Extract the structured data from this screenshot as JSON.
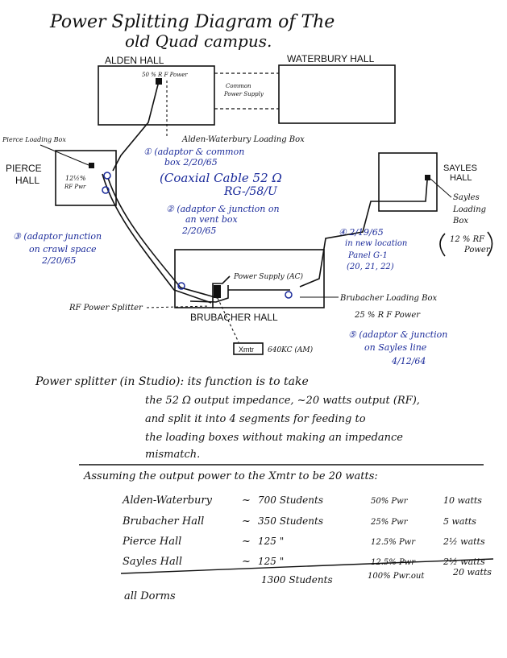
{
  "title_line1": "Power Splitting Diagram of The",
  "title_line2": "old Quad campus.",
  "buildings": {
    "alden": "ALDEN HALL",
    "waterbury": "WATERBURY HALL",
    "pierce_line1": "PIERCE",
    "pierce_line2": "HALL",
    "sayles_line1": "SAYLES",
    "sayles_line2": "HALL",
    "brubacher": "BRUBACHER  HALL"
  },
  "alden_power": "50 % R F Power",
  "common_power_supply_line1": "Common",
  "common_power_supply_line2": "Power Supply",
  "alden_waterbury_loading_box": "Alden-Waterbury Loading Box",
  "pierce_loading_box": "Pierce Loading Box",
  "pierce_power_line1": "12½%",
  "pierce_power_line2": "RF Pwr",
  "note1_line1": "① (adaptor & common",
  "note1_line2": "box 2/20/65",
  "coax_line1": "(Coaxial Cable 52 Ω",
  "coax_line2": "RG-/58/U",
  "note2_line1": "② (adaptor & junction on",
  "note2_line2": "an vent box",
  "note2_line3": "2/20/65",
  "note3_line1": "③ (adaptor junction",
  "note3_line2": "on crawl space",
  "note3_line3": "2/20/65",
  "note4_line1": "④ 2/19/65",
  "note4_line2": "in new location",
  "note4_line3": "Panel G-1",
  "note4_line4": "(20, 21, 22)",
  "sayles_loading_box_line1": "Sayles",
  "sayles_loading_box_line2": "Loading",
  "sayles_loading_box_line3": "Box",
  "sayles_power_line1": "12 % RF",
  "sayles_power_line2": "Power",
  "power_supply_ac": "Power Supply (AC)",
  "rf_power_splitter": "RF Power Splitter",
  "brubacher_loading_box": "Brubacher Loading Box",
  "brubacher_power": "25 % R F Power",
  "note5_line1": "⑤ (adaptor & junction",
  "note5_line2": "on Sayles line",
  "note5_line3": "4/12/64",
  "xmtr": "Xmtr",
  "frequency": "640KC (AM)",
  "splitter_line1": "Power splitter (in Studio): its function is to take",
  "splitter_line2": "the 52 Ω output impedance, ~20 watts output (RF),",
  "splitter_line3": "and split it into 4 segments for feeding to",
  "splitter_line4": "the loading boxes without making an impedance",
  "splitter_line5": "mismatch.",
  "assuming": "Assuming the output power to the Xmtr to be 20 watts:",
  "table": [
    {
      "hall": "Alden-Waterbury",
      "approx": "~",
      "students": "700 Students",
      "percent": "50% Pwr",
      "watts": "10 watts"
    },
    {
      "hall": "Brubacher Hall",
      "approx": "~",
      "students": "350 Students",
      "percent": "25% Pwr",
      "watts": "5 watts"
    },
    {
      "hall": "Pierce Hall",
      "approx": "~",
      "students": "125 \"",
      "percent": "12.5% Pwr",
      "watts": "2½ watts"
    },
    {
      "hall": "Sayles Hall",
      "approx": "~",
      "students": "125 \"",
      "percent": "12.5% Pwr",
      "watts": "2½ watts"
    }
  ],
  "total": {
    "label": "all Dorms",
    "students": "1300 Students",
    "percent": "100% Pwr.out",
    "watts": "20 watts"
  }
}
